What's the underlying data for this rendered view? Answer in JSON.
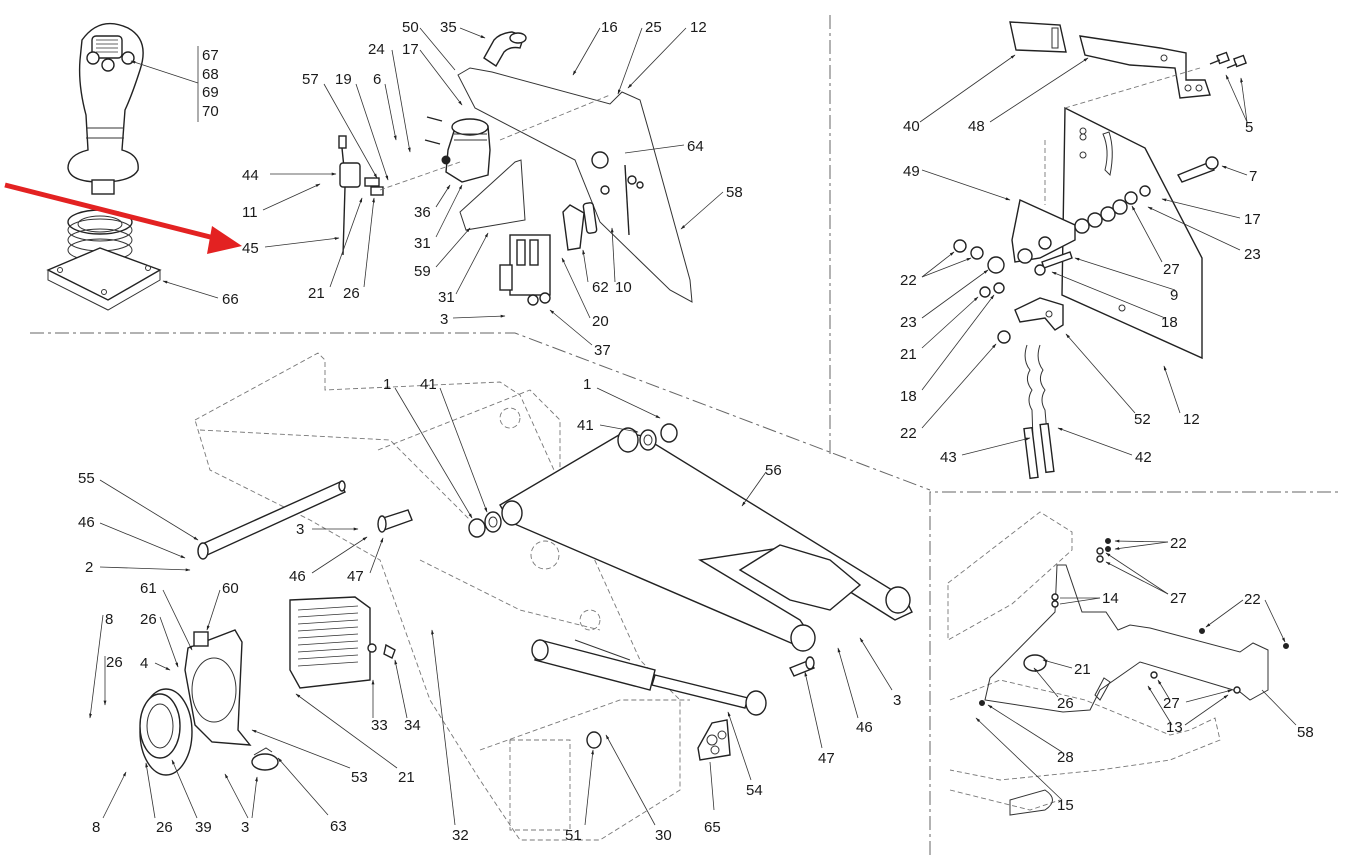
{
  "diagram": {
    "type": "exploded-parts-diagram",
    "highlight_color": "#e32222",
    "line_color": "#222222",
    "highlight": {
      "target_label": "45",
      "description": "red arrow pointing to callout 45"
    },
    "sections": {
      "joystick": {
        "labels": [
          "67",
          "68",
          "69",
          "70",
          "66"
        ]
      },
      "control_valve": {
        "labels": [
          "57",
          "19",
          "6",
          "24",
          "17",
          "50",
          "35",
          "16",
          "25",
          "12",
          "44",
          "11",
          "45",
          "21",
          "26",
          "36",
          "31",
          "59",
          "31",
          "3",
          "37",
          "20",
          "62",
          "10",
          "64",
          "58"
        ]
      },
      "pedal_bracket": {
        "labels": [
          "40",
          "48",
          "5",
          "7",
          "49",
          "17",
          "23",
          "27",
          "22",
          "9",
          "23",
          "18",
          "21",
          "18",
          "22",
          "52",
          "12",
          "43",
          "42"
        ]
      },
      "lift_arm": {
        "labels": [
          "55",
          "46",
          "2",
          "3",
          "46",
          "47",
          "1",
          "41",
          "1",
          "41",
          "56",
          "61",
          "60",
          "8",
          "26",
          "4",
          "33",
          "34",
          "21",
          "53",
          "63",
          "3",
          "39",
          "26",
          "8",
          "32",
          "51",
          "30",
          "65",
          "54",
          "47",
          "46",
          "3"
        ]
      },
      "frame_plate": {
        "labels": [
          "22",
          "27",
          "14",
          "22",
          "21",
          "26",
          "27",
          "13",
          "58",
          "28",
          "15"
        ]
      }
    },
    "callouts": [
      {
        "id": "c67",
        "text": "67"
      },
      {
        "id": "c68",
        "text": "68"
      },
      {
        "id": "c69",
        "text": "69"
      },
      {
        "id": "c70",
        "text": "70"
      },
      {
        "id": "c66",
        "text": "66"
      },
      {
        "id": "c44",
        "text": "44"
      },
      {
        "id": "c11",
        "text": "11"
      },
      {
        "id": "c45",
        "text": "45"
      },
      {
        "id": "c21a",
        "text": "21"
      },
      {
        "id": "c26a",
        "text": "26"
      },
      {
        "id": "c57",
        "text": "57"
      },
      {
        "id": "c19",
        "text": "19"
      },
      {
        "id": "c6",
        "text": "6"
      },
      {
        "id": "c24",
        "text": "24"
      },
      {
        "id": "c17a",
        "text": "17"
      },
      {
        "id": "c50",
        "text": "50"
      },
      {
        "id": "c35",
        "text": "35"
      },
      {
        "id": "c16",
        "text": "16"
      },
      {
        "id": "c25",
        "text": "25"
      },
      {
        "id": "c12a",
        "text": "12"
      },
      {
        "id": "c64",
        "text": "64"
      },
      {
        "id": "c58a",
        "text": "58"
      },
      {
        "id": "c36",
        "text": "36"
      },
      {
        "id": "c31a",
        "text": "31"
      },
      {
        "id": "c59",
        "text": "59"
      },
      {
        "id": "c31b",
        "text": "31"
      },
      {
        "id": "c3a",
        "text": "3"
      },
      {
        "id": "c37",
        "text": "37"
      },
      {
        "id": "c20",
        "text": "20"
      },
      {
        "id": "c62",
        "text": "62"
      },
      {
        "id": "c10",
        "text": "10"
      },
      {
        "id": "c40",
        "text": "40"
      },
      {
        "id": "c48",
        "text": "48"
      },
      {
        "id": "c5",
        "text": "5"
      },
      {
        "id": "c7",
        "text": "7"
      },
      {
        "id": "c49",
        "text": "49"
      },
      {
        "id": "c17b",
        "text": "17"
      },
      {
        "id": "c23a",
        "text": "23"
      },
      {
        "id": "c27a",
        "text": "27"
      },
      {
        "id": "c22a",
        "text": "22"
      },
      {
        "id": "c9",
        "text": "9"
      },
      {
        "id": "c23b",
        "text": "23"
      },
      {
        "id": "c18a",
        "text": "18"
      },
      {
        "id": "c21b",
        "text": "21"
      },
      {
        "id": "c18b",
        "text": "18"
      },
      {
        "id": "c22b",
        "text": "22"
      },
      {
        "id": "c52",
        "text": "52"
      },
      {
        "id": "c12b",
        "text": "12"
      },
      {
        "id": "c43",
        "text": "43"
      },
      {
        "id": "c42",
        "text": "42"
      },
      {
        "id": "c55",
        "text": "55"
      },
      {
        "id": "c46a",
        "text": "46"
      },
      {
        "id": "c2",
        "text": "2"
      },
      {
        "id": "c3b",
        "text": "3"
      },
      {
        "id": "c46b",
        "text": "46"
      },
      {
        "id": "c47a",
        "text": "47"
      },
      {
        "id": "c1a",
        "text": "1"
      },
      {
        "id": "c41a",
        "text": "41"
      },
      {
        "id": "c1b",
        "text": "1"
      },
      {
        "id": "c41b",
        "text": "41"
      },
      {
        "id": "c56",
        "text": "56"
      },
      {
        "id": "c61",
        "text": "61"
      },
      {
        "id": "c60",
        "text": "60"
      },
      {
        "id": "c8a",
        "text": "8"
      },
      {
        "id": "c26b",
        "text": "26"
      },
      {
        "id": "c26c",
        "text": "26"
      },
      {
        "id": "c4",
        "text": "4"
      },
      {
        "id": "c33",
        "text": "33"
      },
      {
        "id": "c34",
        "text": "34"
      },
      {
        "id": "c21c",
        "text": "21"
      },
      {
        "id": "c53",
        "text": "53"
      },
      {
        "id": "c63",
        "text": "63"
      },
      {
        "id": "c3c",
        "text": "3"
      },
      {
        "id": "c39",
        "text": "39"
      },
      {
        "id": "c26d",
        "text": "26"
      },
      {
        "id": "c8b",
        "text": "8"
      },
      {
        "id": "c32",
        "text": "32"
      },
      {
        "id": "c51",
        "text": "51"
      },
      {
        "id": "c30",
        "text": "30"
      },
      {
        "id": "c65",
        "text": "65"
      },
      {
        "id": "c54",
        "text": "54"
      },
      {
        "id": "c47b",
        "text": "47"
      },
      {
        "id": "c46c",
        "text": "46"
      },
      {
        "id": "c3d",
        "text": "3"
      },
      {
        "id": "c22c",
        "text": "22"
      },
      {
        "id": "c27b",
        "text": "27"
      },
      {
        "id": "c14",
        "text": "14"
      },
      {
        "id": "c22d",
        "text": "22"
      },
      {
        "id": "c21d",
        "text": "21"
      },
      {
        "id": "c26e",
        "text": "26"
      },
      {
        "id": "c27c",
        "text": "27"
      },
      {
        "id": "c13",
        "text": "13"
      },
      {
        "id": "c58b",
        "text": "58"
      },
      {
        "id": "c28",
        "text": "28"
      },
      {
        "id": "c15",
        "text": "15"
      }
    ]
  }
}
